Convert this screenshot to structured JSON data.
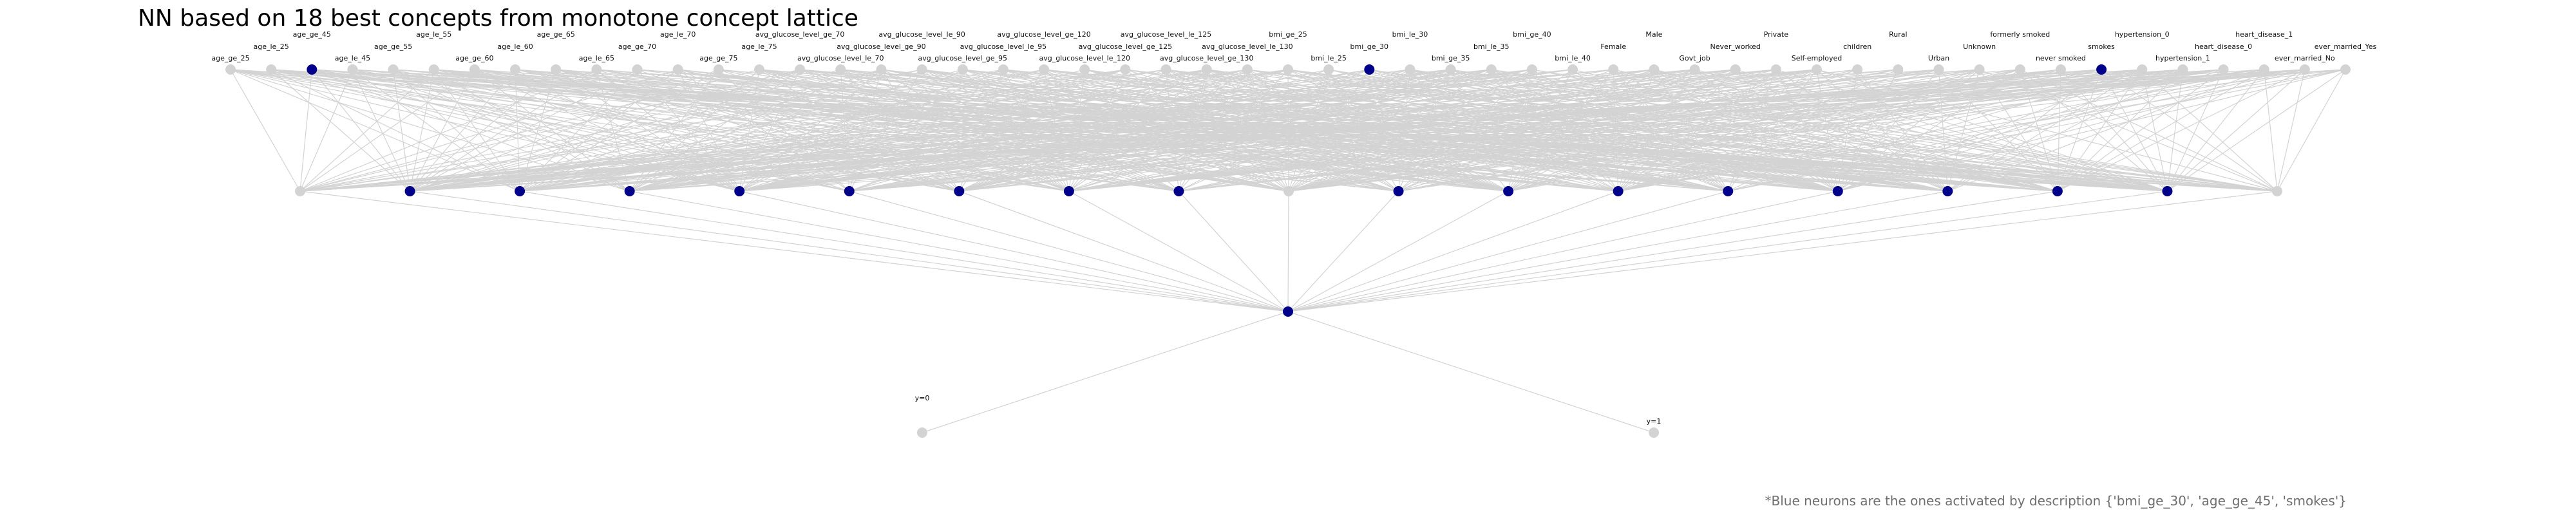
{
  "title": "NN based on 18 best concepts from monotone concept lattice",
  "footnote": "*Blue neurons are the ones activated by description {'bmi_ge_30', 'age_ge_45', 'smokes'}",
  "colors": {
    "active": "#00008b",
    "inactive": "#d3d3d3",
    "edge": "#d3d3d3"
  },
  "network": {
    "input_nodes": [
      {
        "label": "age_ge_25",
        "active": false
      },
      {
        "label": "age_le_25",
        "active": false
      },
      {
        "label": "age_ge_45",
        "active": true
      },
      {
        "label": "age_le_45",
        "active": false
      },
      {
        "label": "age_ge_55",
        "active": false
      },
      {
        "label": "age_le_55",
        "active": false
      },
      {
        "label": "age_ge_60",
        "active": false
      },
      {
        "label": "age_le_60",
        "active": false
      },
      {
        "label": "age_ge_65",
        "active": false
      },
      {
        "label": "age_le_65",
        "active": false
      },
      {
        "label": "age_ge_70",
        "active": false
      },
      {
        "label": "age_le_70",
        "active": false
      },
      {
        "label": "age_ge_75",
        "active": false
      },
      {
        "label": "age_le_75",
        "active": false
      },
      {
        "label": "avg_glucose_level_ge_70",
        "active": false
      },
      {
        "label": "avg_glucose_level_le_70",
        "active": false
      },
      {
        "label": "avg_glucose_level_ge_90",
        "active": false
      },
      {
        "label": "avg_glucose_level_le_90",
        "active": false
      },
      {
        "label": "avg_glucose_level_ge_95",
        "active": false
      },
      {
        "label": "avg_glucose_level_le_95",
        "active": false
      },
      {
        "label": "avg_glucose_level_ge_120",
        "active": false
      },
      {
        "label": "avg_glucose_level_le_120",
        "active": false
      },
      {
        "label": "avg_glucose_level_ge_125",
        "active": false
      },
      {
        "label": "avg_glucose_level_le_125",
        "active": false
      },
      {
        "label": "avg_glucose_level_ge_130",
        "active": false
      },
      {
        "label": "avg_glucose_level_le_130",
        "active": false
      },
      {
        "label": "bmi_ge_25",
        "active": false
      },
      {
        "label": "bmi_le_25",
        "active": false
      },
      {
        "label": "bmi_ge_30",
        "active": true
      },
      {
        "label": "bmi_le_30",
        "active": false
      },
      {
        "label": "bmi_ge_35",
        "active": false
      },
      {
        "label": "bmi_le_35",
        "active": false
      },
      {
        "label": "bmi_ge_40",
        "active": false
      },
      {
        "label": "bmi_le_40",
        "active": false
      },
      {
        "label": "Female",
        "active": false
      },
      {
        "label": "Male",
        "active": false
      },
      {
        "label": "Govt_job",
        "active": false
      },
      {
        "label": "Never_worked",
        "active": false
      },
      {
        "label": "Private",
        "active": false
      },
      {
        "label": "Self-employed",
        "active": false
      },
      {
        "label": "children",
        "active": false
      },
      {
        "label": "Rural",
        "active": false
      },
      {
        "label": "Urban",
        "active": false
      },
      {
        "label": "Unknown",
        "active": false
      },
      {
        "label": "formerly smoked",
        "active": false
      },
      {
        "label": "never smoked",
        "active": false
      },
      {
        "label": "smokes",
        "active": true
      },
      {
        "label": "hypertension_0",
        "active": false
      },
      {
        "label": "hypertension_1",
        "active": false
      },
      {
        "label": "heart_disease_0",
        "active": false
      },
      {
        "label": "heart_disease_1",
        "active": false
      },
      {
        "label": "ever_married_No",
        "active": false
      },
      {
        "label": "ever_married_Yes",
        "active": false
      }
    ],
    "hidden_layer_1": [
      false,
      true,
      true,
      true,
      true,
      true,
      true,
      true,
      true,
      false,
      true,
      true,
      true,
      true,
      true,
      true,
      true,
      true,
      false
    ],
    "hidden_layer_2": [
      true
    ],
    "output_nodes": [
      {
        "label": "y=0",
        "active": false
      },
      {
        "label": "y=1",
        "active": false
      }
    ]
  }
}
